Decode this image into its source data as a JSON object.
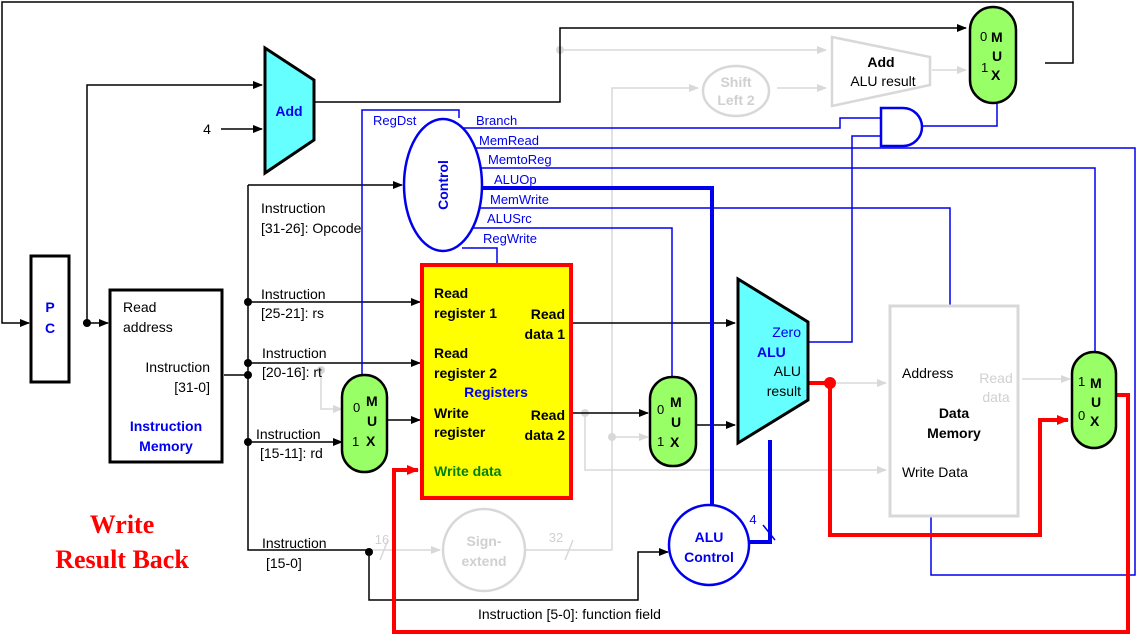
{
  "title": {
    "line1": "Write",
    "line2": "Result Back"
  },
  "colors": {
    "highlight": "#ff0000",
    "control": "#0000ee",
    "inactive": "#d0d0d0",
    "alu_fill": "#66ffff",
    "mux_fill": "#99ff66",
    "register_fill": "#ffff00"
  },
  "pc": {
    "line1": "P",
    "line2": "C"
  },
  "pc_adder": {
    "label": "Add",
    "const_input": "4"
  },
  "instruction_memory": {
    "read_address_1": "Read",
    "read_address_2": "address",
    "instruction_1": "Instruction",
    "instruction_2": "[31-0]",
    "name_1": "Instruction",
    "name_2": "Memory"
  },
  "fields": {
    "opcode_1": "Instruction",
    "opcode_2": "[31-26]: Opcode",
    "rs_1": "Instruction",
    "rs_2": "[25-21]: rs",
    "rt_1": "Instruction",
    "rt_2": "[20-16]: rt",
    "rd_1": "Instruction",
    "rd_2": "[15-11]: rd",
    "imm_1": "Instruction",
    "imm_2": "[15-0]",
    "funct": "Instruction  [5-0]: function field"
  },
  "control": {
    "label": "Control",
    "signals": {
      "regdst": "RegDst",
      "branch": "Branch",
      "memread": "MemRead",
      "memtoreg": "MemtoReg",
      "aluop": "ALUOp",
      "memwrite": "MemWrite",
      "alusrc": "ALUSrc",
      "regwrite": "RegWrite"
    }
  },
  "registers": {
    "read_reg1_1": "Read",
    "read_reg1_2": "register 1",
    "read_reg2_1": "Read",
    "read_reg2_2": "register 2",
    "write_reg_1": "Write",
    "write_reg_2": "register",
    "write_data": "Write data",
    "read_data1_1": "Read",
    "read_data1_2": "data 1",
    "read_data2_1": "Read",
    "read_data2_2": "data 2",
    "name": "Registers"
  },
  "mux": {
    "m": "M",
    "u": "U",
    "x": "X",
    "zero": "0",
    "one": "1"
  },
  "sign_extend": {
    "line1": "Sign-",
    "line2": "extend",
    "in_width": "16",
    "out_width": "32"
  },
  "shift_left": {
    "line1": "Shift",
    "line2": "Left 2"
  },
  "branch_adder": {
    "line1": "Add",
    "line2": "ALU result"
  },
  "alu": {
    "zero": "Zero",
    "name": "ALU",
    "result_1": "ALU",
    "result_2": "result"
  },
  "alu_control": {
    "line1": "ALU",
    "line2": "Control",
    "width": "4"
  },
  "data_memory": {
    "address": "Address",
    "read_data_1": "Read",
    "read_data_2": "data",
    "name_1": "Data",
    "name_2": "Memory",
    "write_data": "Write Data"
  }
}
